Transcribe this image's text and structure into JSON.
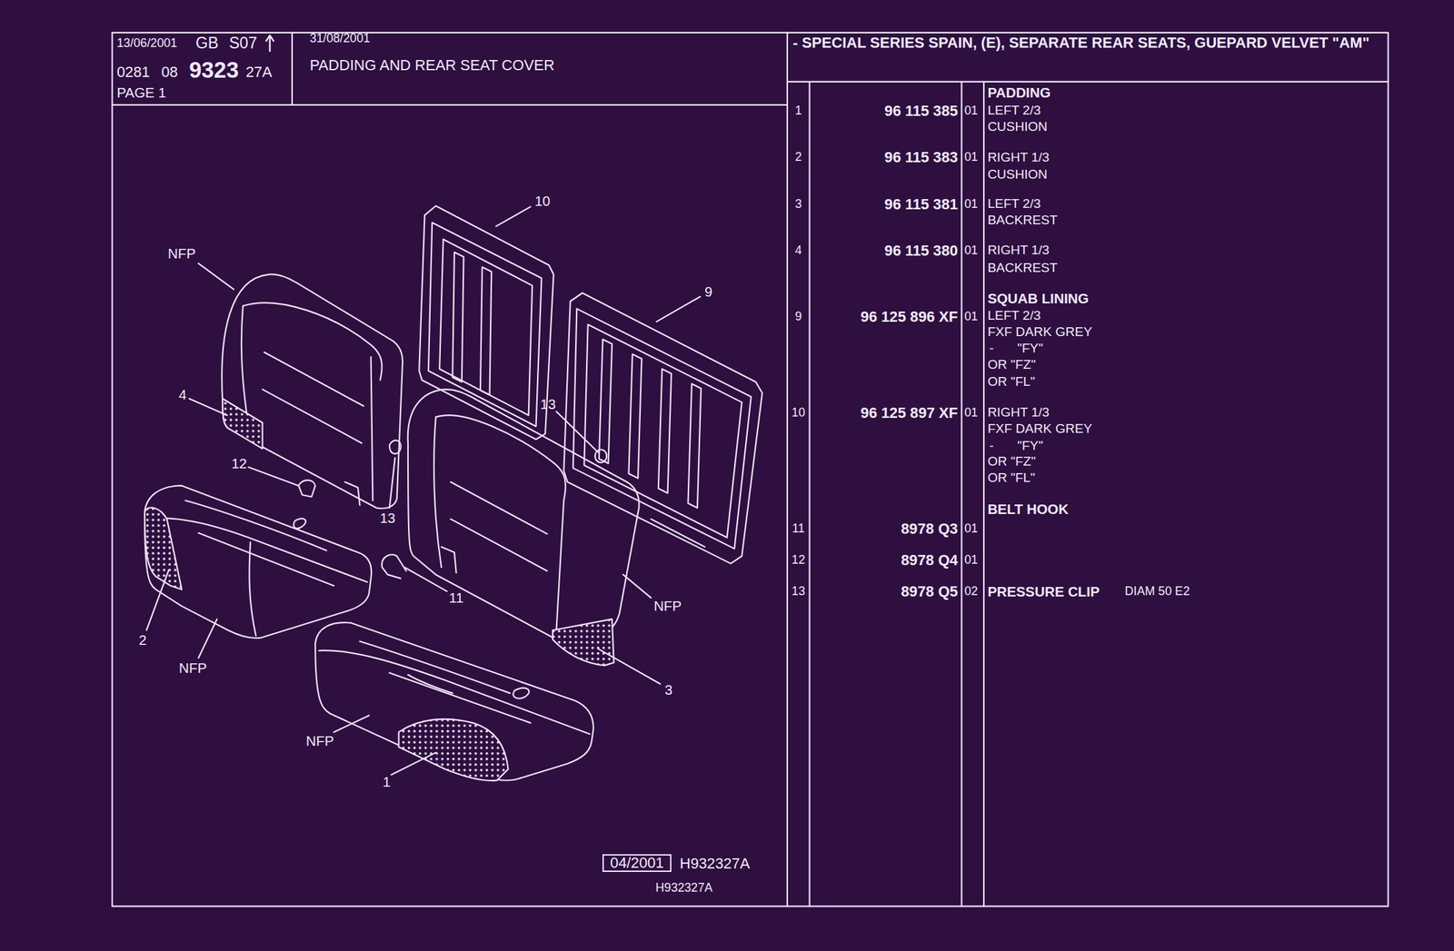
{
  "diagram": {
    "title": "PADDING AND REAR SEAT COVER",
    "nodes": [
      {
        "text": [
          "13/06/2001",
          "GB",
          "S07",
          "0281",
          "08",
          "9323",
          "27A",
          "PAGE 1"
        ]
      },
      {
        "text": [
          "31/08/2001",
          "PADDING AND REAR SEAT COVER"
        ]
      },
      {
        "text": [
          "- SPECIAL SERIES SPAIN, (E), SEPARATE REAR SEATS, GUEPARD VELVET \"AM\""
        ]
      },
      {
        "text": [
          "04/2001"
        ]
      }
    ],
    "labels": [
      "10",
      "NFP",
      "9",
      "4",
      "13",
      "12",
      "13",
      "2",
      "11",
      "NFP",
      "NFP",
      "3",
      "NFP",
      "1",
      "H932327A",
      "H932327A",
      "PADDING",
      "1",
      "96 115 385",
      "01",
      "LEFT 2/3",
      "CUSHION",
      "2",
      "96 115 383",
      "01",
      "RIGHT 1/3",
      "CUSHION",
      "3",
      "96 115 381",
      "01",
      "LEFT 2/3",
      "BACKREST",
      "4",
      "96 115 380",
      "01",
      "RIGHT 1/3",
      "BACKREST",
      "SQUAB LINING",
      "9",
      "96 125 896 XF",
      "01",
      "LEFT 2/3",
      "FXF DARK GREY",
      "-",
      "\"FY\"",
      "OR \"FZ\"",
      "OR \"FL\"",
      "10",
      "96 125 897 XF",
      "01",
      "RIGHT 1/3",
      "FXF DARK GREY",
      "-",
      "\"FY\"",
      "OR \"FZ\"",
      "OR \"FL\"",
      "BELT HOOK",
      "11",
      "8978 Q3",
      "01",
      "12",
      "8978 Q4",
      "01",
      "13",
      "8978 Q5",
      "02",
      "PRESSURE CLIP",
      "DIAM 50 E2"
    ]
  }
}
